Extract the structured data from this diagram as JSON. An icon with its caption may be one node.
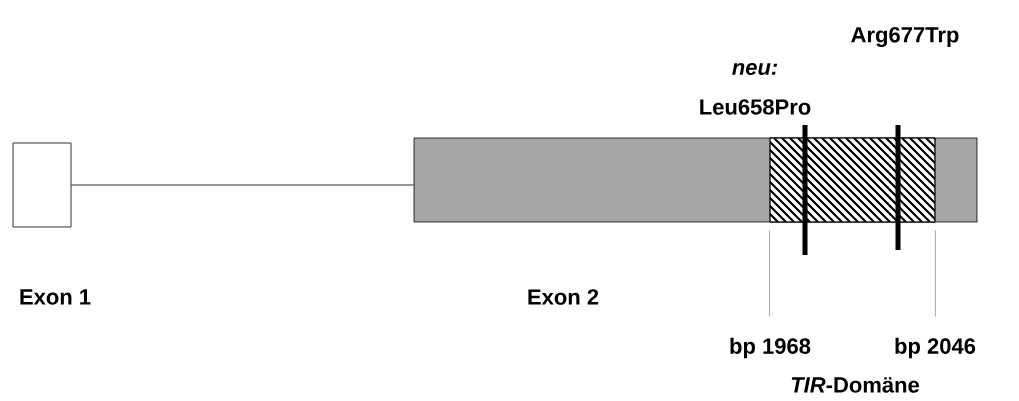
{
  "diagram": {
    "nodes": [
      {
        "text": [
          "Exon 1"
        ]
      },
      {
        "text": [
          "Exon 2"
        ]
      },
      {
        "text": [],
        "shape": "box",
        "in": 1
      },
      {
        "text": [
          "bp 1968"
        ]
      },
      {
        "text": [
          "bp 2046"
        ]
      }
    ],
    "edges": [
      {
        "from": 0,
        "to": 1,
        "arrow": "none"
      },
      {
        "from": 3,
        "to": 2,
        "arrow": "none"
      },
      {
        "from": 4,
        "to": 2,
        "arrow": "none"
      }
    ],
    "labels": [
      "neu:",
      "Leu658Pro",
      "Arg677Trp",
      "*TIR*-Domäne"
    ]
  }
}
